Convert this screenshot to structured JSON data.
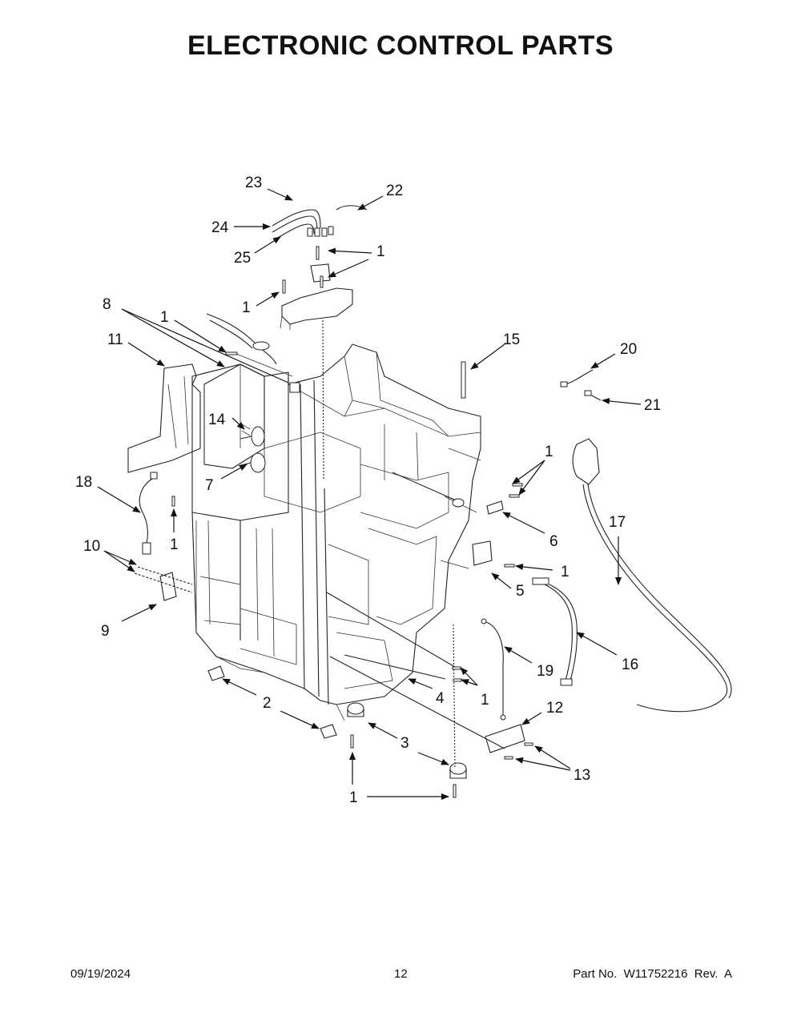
{
  "title": "ELECTRONIC CONTROL PARTS",
  "footer": {
    "date": "09/19/2024",
    "page": "12",
    "part_no": "Part No.  W11752216  Rev.  A"
  },
  "callouts": {
    "c23": "23",
    "c22": "22",
    "c24": "24",
    "c25": "25",
    "c1a": "1",
    "c1b": "1",
    "c8": "8",
    "c1c": "1",
    "c11": "11",
    "c15": "15",
    "c20": "20",
    "c21": "21",
    "c14": "14",
    "c7": "7",
    "c1d": "1",
    "c18": "18",
    "c1e": "1",
    "c6": "6",
    "c17": "17",
    "c10": "10",
    "c1f": "1",
    "c5": "5",
    "c9": "9",
    "c19": "19",
    "c16": "16",
    "c4": "4",
    "c1g": "1",
    "c2": "2",
    "c12": "12",
    "c3": "3",
    "c13": "13",
    "c1h": "1"
  }
}
